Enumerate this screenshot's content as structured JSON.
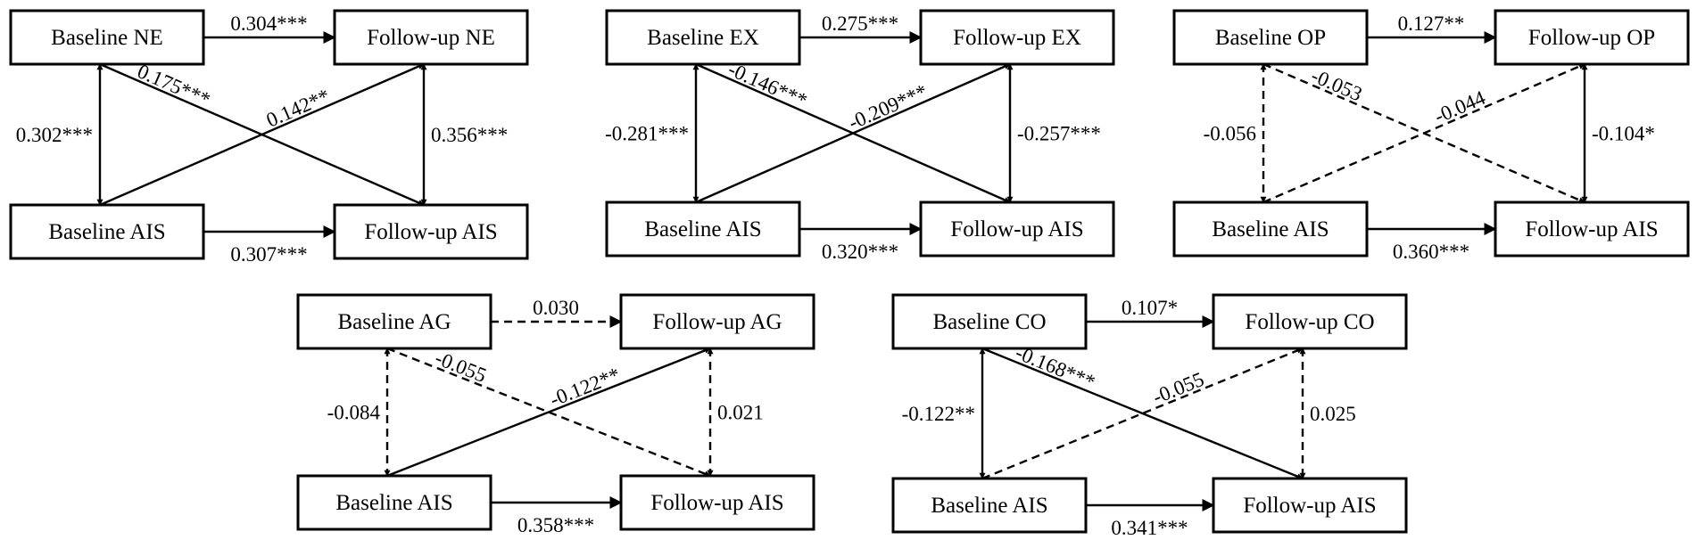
{
  "panels": [
    {
      "id": "ne",
      "boxes": {
        "base_trait": "Baseline NE",
        "follow_trait": "Follow-up NE",
        "base_ais": "Baseline AIS",
        "follow_ais": "Follow-up AIS"
      },
      "paths": {
        "trait_stability": {
          "label": "0.304***",
          "significant": true
        },
        "ais_stability": {
          "label": "0.307***",
          "significant": true
        },
        "baseline_corr": {
          "label": "0.302***",
          "significant": true
        },
        "followup_corr": {
          "label": "0.356***",
          "significant": true
        },
        "trait_to_ais": {
          "label": "0.175***",
          "significant": true
        },
        "ais_to_trait": {
          "label": "0.142**",
          "significant": true
        }
      }
    },
    {
      "id": "ex",
      "boxes": {
        "base_trait": "Baseline EX",
        "follow_trait": "Follow-up EX",
        "base_ais": "Baseline AIS",
        "follow_ais": "Follow-up AIS"
      },
      "paths": {
        "trait_stability": {
          "label": "0.275***",
          "significant": true
        },
        "ais_stability": {
          "label": "0.320***",
          "significant": true
        },
        "baseline_corr": {
          "label": "-0.281***",
          "significant": true
        },
        "followup_corr": {
          "label": "-0.257***",
          "significant": true
        },
        "trait_to_ais": {
          "label": "-0.146***",
          "significant": true
        },
        "ais_to_trait": {
          "label": "-0.209***",
          "significant": true
        }
      }
    },
    {
      "id": "op",
      "boxes": {
        "base_trait": "Baseline OP",
        "follow_trait": "Follow-up OP",
        "base_ais": "Baseline AIS",
        "follow_ais": "Follow-up AIS"
      },
      "paths": {
        "trait_stability": {
          "label": "0.127**",
          "significant": true
        },
        "ais_stability": {
          "label": "0.360***",
          "significant": true
        },
        "baseline_corr": {
          "label": "-0.056",
          "significant": false
        },
        "followup_corr": {
          "label": "-0.104*",
          "significant": true
        },
        "trait_to_ais": {
          "label": "-0.053",
          "significant": false
        },
        "ais_to_trait": {
          "label": "-0.044",
          "significant": false
        }
      }
    },
    {
      "id": "ag",
      "boxes": {
        "base_trait": "Baseline AG",
        "follow_trait": "Follow-up AG",
        "base_ais": "Baseline AIS",
        "follow_ais": "Follow-up AIS"
      },
      "paths": {
        "trait_stability": {
          "label": "0.030",
          "significant": false
        },
        "ais_stability": {
          "label": "0.358***",
          "significant": true
        },
        "baseline_corr": {
          "label": "-0.084",
          "significant": false
        },
        "followup_corr": {
          "label": "0.021",
          "significant": false
        },
        "trait_to_ais": {
          "label": "-0.055",
          "significant": false
        },
        "ais_to_trait": {
          "label": "-0.122**",
          "significant": true
        }
      }
    },
    {
      "id": "co",
      "boxes": {
        "base_trait": "Baseline CO",
        "follow_trait": "Follow-up CO",
        "base_ais": "Baseline AIS",
        "follow_ais": "Follow-up AIS"
      },
      "paths": {
        "trait_stability": {
          "label": "0.107*",
          "significant": true
        },
        "ais_stability": {
          "label": "0.341***",
          "significant": true
        },
        "baseline_corr": {
          "label": "-0.122**",
          "significant": true
        },
        "followup_corr": {
          "label": "0.025",
          "significant": false
        },
        "trait_to_ais": {
          "label": "-0.168***",
          "significant": true
        },
        "ais_to_trait": {
          "label": "-0.055",
          "significant": false
        }
      }
    }
  ]
}
